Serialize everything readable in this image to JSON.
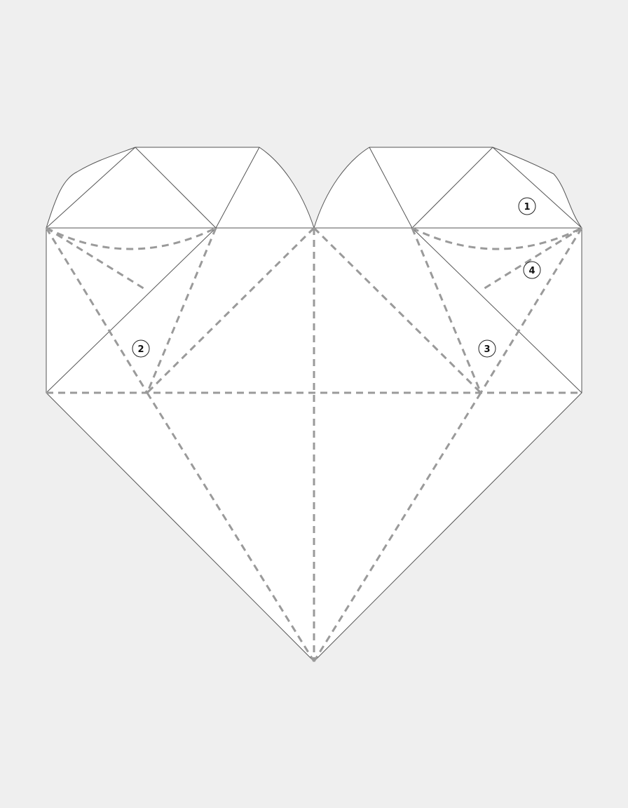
{
  "colors": {
    "background": "#efefef",
    "paper": "#ffffff",
    "solid_line": "#555555",
    "fold_line": "#9a9a9a"
  },
  "steps": [
    {
      "label": "1"
    },
    {
      "label": "2"
    },
    {
      "label": "3"
    },
    {
      "label": "4"
    }
  ]
}
